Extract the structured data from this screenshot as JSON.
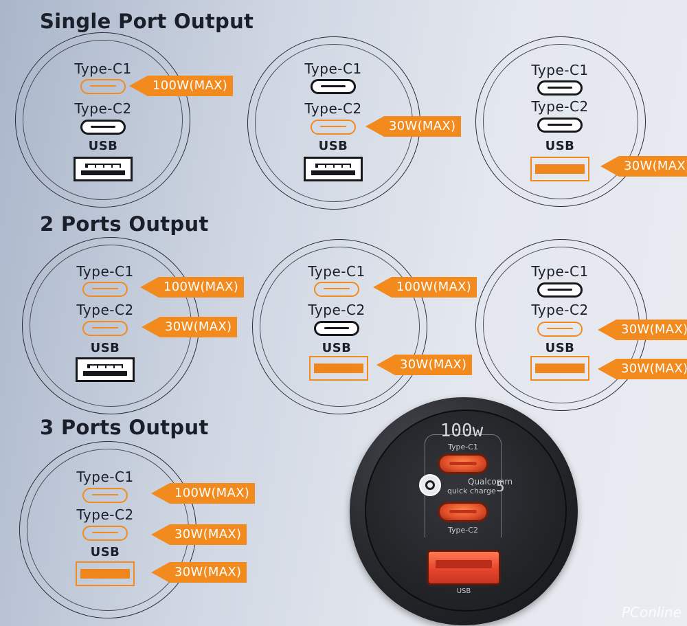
{
  "sections": {
    "single": "Single Port Output",
    "two": "2 Ports Output",
    "three": "3 Ports Output"
  },
  "port_names": {
    "c1": "Type-C1",
    "c2": "Type-C2",
    "usb": "USB"
  },
  "tags": {
    "w100": "100W(MAX)",
    "w30": "30W(MAX)"
  },
  "charger": {
    "wattage": "100w",
    "c1": "Type-C1",
    "qualcomm": "Qualcomm",
    "quick_charge": "quick charge",
    "qc_version": "5",
    "c2": "Type-C2",
    "usb": "USB"
  },
  "watermark": "PConline",
  "colors": {
    "accent": "#f28a1e",
    "ink": "#1b1f2a"
  }
}
